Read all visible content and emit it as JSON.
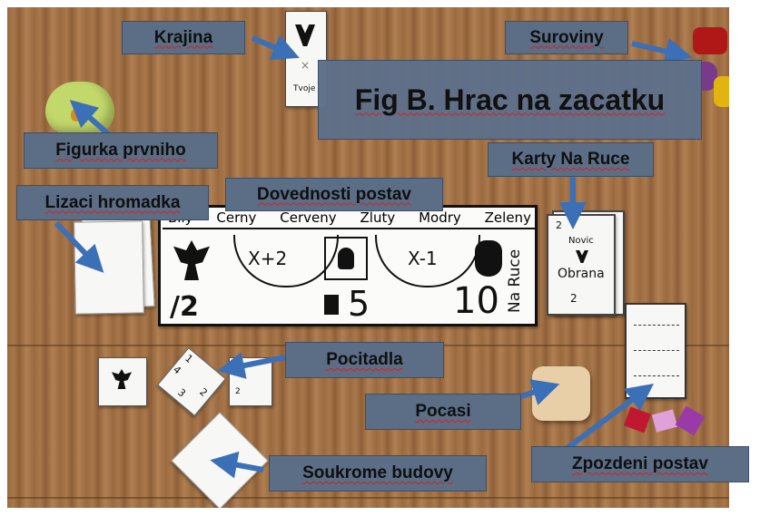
{
  "labels": {
    "krajina": "Krajina",
    "suroviny": "Suroviny",
    "title": "Fig B. Hrac na zacatku",
    "figurka": "Figurka prvniho",
    "karty": "Karty Na Ruce",
    "lizaci": "Lizaci hromadka",
    "dovednosti": "Dovednosti postav",
    "pocitadla": "Pocitadla",
    "pocasi": "Pocasi",
    "soukrome": "Soukrome budovy",
    "zpozdeni": "Zpozdeni postav"
  },
  "board": {
    "colors": [
      "Bily",
      "Cerny",
      "Cerveny",
      "Zluty",
      "Modry",
      "Zeleny"
    ],
    "x_plus": "X+2",
    "x_minus": "X-1",
    "half": "/2",
    "five": "5",
    "ten": "10",
    "na_ruce": "Na Ruce"
  },
  "landscape_card": {
    "text": "Tvoje",
    "mark": "×"
  },
  "hand_card": {
    "title": "Novic",
    "name": "Obrana",
    "num": "2",
    "corner": "2"
  },
  "counter_card": {
    "n1": "1",
    "n2": "2",
    "n3": "3",
    "n4": "4"
  },
  "small_card": {
    "num": "2"
  },
  "colors": {
    "label_bg": "#5b6e86",
    "arrow": "#3b6fb6",
    "wood": "#9a6a3f"
  }
}
